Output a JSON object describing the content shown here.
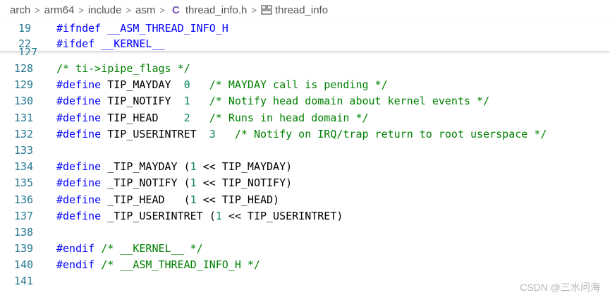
{
  "breadcrumb": {
    "items": [
      "arch",
      "arm64",
      "include",
      "asm"
    ],
    "file_icon": "C",
    "file": "thread_info.h",
    "symbol": "thread_info"
  },
  "sticky": [
    {
      "num": "19",
      "text": "#ifndef __ASM_THREAD_INFO_H"
    },
    {
      "num": "22",
      "text": "#ifdef __KERNEL__"
    }
  ],
  "partial_line_number": "127",
  "lines": [
    {
      "num": "128",
      "parts": [
        {
          "t": "/* ti->ipipe_flags */",
          "c": "cm"
        }
      ]
    },
    {
      "num": "129",
      "parts": [
        {
          "t": "#define",
          "c": "pp"
        },
        {
          "t": " TIP_MAYDAY  ",
          "c": ""
        },
        {
          "t": "0",
          "c": "num"
        },
        {
          "t": "   /* MAYDAY call is pending */",
          "c": "cm"
        }
      ]
    },
    {
      "num": "130",
      "parts": [
        {
          "t": "#define",
          "c": "pp"
        },
        {
          "t": " TIP_NOTIFY  ",
          "c": ""
        },
        {
          "t": "1",
          "c": "num"
        },
        {
          "t": "   /* Notify head domain about kernel events */",
          "c": "cm"
        }
      ]
    },
    {
      "num": "131",
      "parts": [
        {
          "t": "#define",
          "c": "pp"
        },
        {
          "t": " TIP_HEAD    ",
          "c": ""
        },
        {
          "t": "2",
          "c": "num"
        },
        {
          "t": "   /* Runs in head domain */",
          "c": "cm"
        }
      ]
    },
    {
      "num": "132",
      "parts": [
        {
          "t": "#define",
          "c": "pp"
        },
        {
          "t": " TIP_USERINTRET  ",
          "c": ""
        },
        {
          "t": "3",
          "c": "num"
        },
        {
          "t": "   /* Notify on IRQ/trap return to root userspace */",
          "c": "cm"
        }
      ]
    },
    {
      "num": "133",
      "parts": []
    },
    {
      "num": "134",
      "parts": [
        {
          "t": "#define",
          "c": "pp"
        },
        {
          "t": " _TIP_MAYDAY (",
          "c": ""
        },
        {
          "t": "1",
          "c": "num"
        },
        {
          "t": " << TIP_MAYDAY)",
          "c": ""
        }
      ]
    },
    {
      "num": "135",
      "parts": [
        {
          "t": "#define",
          "c": "pp"
        },
        {
          "t": " _TIP_NOTIFY (",
          "c": ""
        },
        {
          "t": "1",
          "c": "num"
        },
        {
          "t": " << TIP_NOTIFY)",
          "c": ""
        }
      ]
    },
    {
      "num": "136",
      "parts": [
        {
          "t": "#define",
          "c": "pp"
        },
        {
          "t": " _TIP_HEAD   (",
          "c": ""
        },
        {
          "t": "1",
          "c": "num"
        },
        {
          "t": " << TIP_HEAD)",
          "c": ""
        }
      ]
    },
    {
      "num": "137",
      "parts": [
        {
          "t": "#define",
          "c": "pp"
        },
        {
          "t": " _TIP_USERINTRET (",
          "c": ""
        },
        {
          "t": "1",
          "c": "num"
        },
        {
          "t": " << TIP_USERINTRET)",
          "c": ""
        }
      ]
    },
    {
      "num": "138",
      "parts": []
    },
    {
      "num": "139",
      "parts": [
        {
          "t": "#endif",
          "c": "pp"
        },
        {
          "t": " /* __KERNEL__ */",
          "c": "cm"
        }
      ]
    },
    {
      "num": "140",
      "parts": [
        {
          "t": "#endif",
          "c": "pp"
        },
        {
          "t": " /* __ASM_THREAD_INFO_H */",
          "c": "cm"
        }
      ]
    },
    {
      "num": "141",
      "parts": []
    }
  ],
  "watermark": "CSDN @三水问海",
  "colors": {
    "keyword": "#0000ff",
    "comment": "#008000",
    "number": "#098658",
    "line_number": "#237893"
  }
}
